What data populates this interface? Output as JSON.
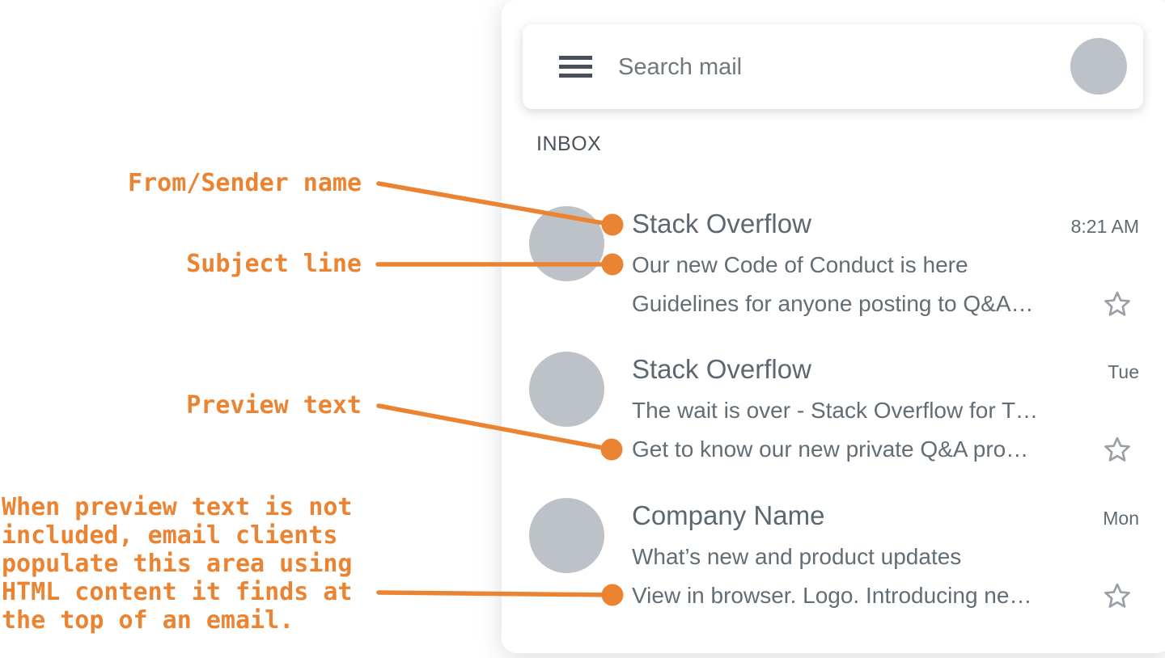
{
  "ui": {
    "search": {
      "placeholder": "Search mail"
    },
    "inbox_label": "INBOX",
    "emails": [
      {
        "sender": "Stack Overflow",
        "time": "8:21 AM",
        "subject": "Our new Code of Conduct is here",
        "preview": "Guidelines for anyone posting to Q&A…"
      },
      {
        "sender": "Stack Overflow",
        "time": "Tue",
        "subject": "The wait is over - Stack Overflow for T…",
        "preview": "Get to know our new private Q&A pro…"
      },
      {
        "sender": "Company Name",
        "time": "Mon",
        "subject": "What’s new and product updates",
        "preview": "View in browser. Logo. Introducing ne…"
      }
    ]
  },
  "annotations": {
    "sender_label": "From/Sender name",
    "subject_label": "Subject line",
    "preview_label": "Preview text",
    "no_preview_note": "When preview text is not included, email clients populate this area using HTML content it finds at the top of an email."
  },
  "icons": {
    "hamburger": "menu-icon",
    "star": "star-outline-icon",
    "avatar": "avatar-circle"
  },
  "colors": {
    "accent_orange": "#EA8433",
    "avatar_gray": "#BDC2C8",
    "text_primary": "#5C6771",
    "text_secondary": "#626D76",
    "star_gray": "#9AA0A6"
  }
}
